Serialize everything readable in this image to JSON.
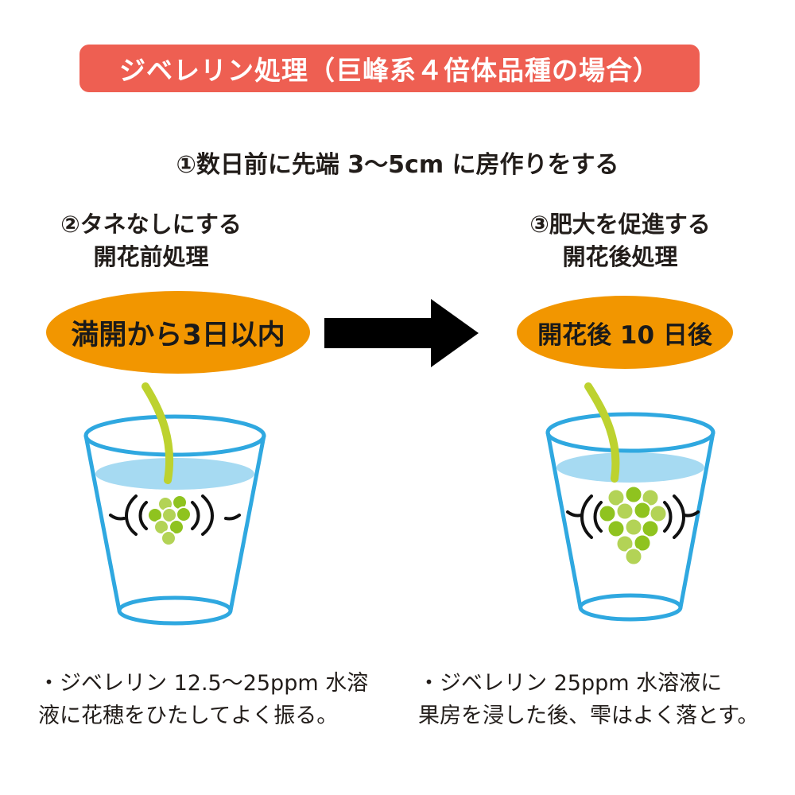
{
  "banner": {
    "title": "ジベレリン処理（巨峰系４倍体品種の場合）"
  },
  "step1": {
    "label": "①数日前に先端 3〜5cm に房作りをする"
  },
  "left": {
    "heading_line1": "②タネなしにする",
    "heading_line2": "開花前処理",
    "badge": "満開から3日以内",
    "note_line1": "・ジベレリン 12.5〜25ppm 水溶",
    "note_line2": "液に花穂をひたしてよく振る。"
  },
  "right": {
    "heading_line1": "③肥大を促進する",
    "heading_line2": "開花後処理",
    "badge": "開花後 10 日後",
    "note_line1": "・ジベレリン 25ppm 水溶液に",
    "note_line2": "果房を浸した後、雫はよく落とす。"
  },
  "colors": {
    "banner_bg": "#ee5f52",
    "banner_text": "#ffffff",
    "badge_bg": "#f29600",
    "glass_stroke": "#2fa8e0",
    "water_fill": "#a6daf2",
    "stem": "#bdd22f",
    "grape_dark": "#8fc31f",
    "grape_light": "#b3d356",
    "ripple": "#111111",
    "arrow": "#000000",
    "text": "#221d1a"
  }
}
